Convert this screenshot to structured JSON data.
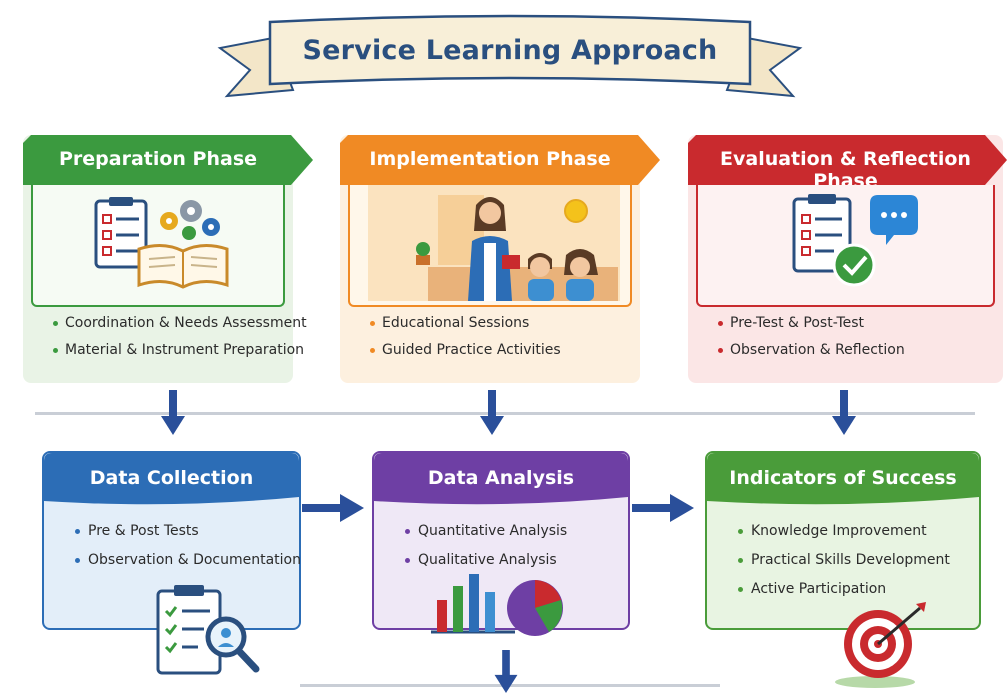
{
  "title": "Service Learning Approach",
  "phases": [
    {
      "title": "Preparation Phase",
      "color": "#3b9a3f",
      "items": [
        "Coordination & Needs Assessment",
        "Material & Instrument Preparation"
      ],
      "icon": "checklist-gears-book-icon"
    },
    {
      "title": "Implementation Phase",
      "color": "#f08a24",
      "items": [
        "Educational Sessions",
        "Guided Practice Activities"
      ],
      "icon": "teacher-children-illustration"
    },
    {
      "title": "Evaluation & Reflection Phase",
      "color": "#c92a2e",
      "items": [
        "Pre-Test & Post-Test",
        "Observation & Reflection"
      ],
      "icon": "clipboard-check-chat-icon"
    }
  ],
  "process": [
    {
      "title": "Data Collection",
      "color": "#2c6db6",
      "items": [
        "Pre & Post Tests",
        "Observation & Documentation"
      ],
      "icon": "clipboard-magnifier-icon"
    },
    {
      "title": "Data Analysis",
      "color": "#6e3fa4",
      "items": [
        "Quantitative Analysis",
        "Qualitative Analysis"
      ],
      "icon": "bar-pie-chart-icon"
    },
    {
      "title": "Indicators of Success",
      "color": "#4a9c3a",
      "items": [
        "Knowledge Improvement",
        "Practical Skills Development",
        "Active Participation"
      ],
      "icon": "target-arrow-icon"
    }
  ]
}
